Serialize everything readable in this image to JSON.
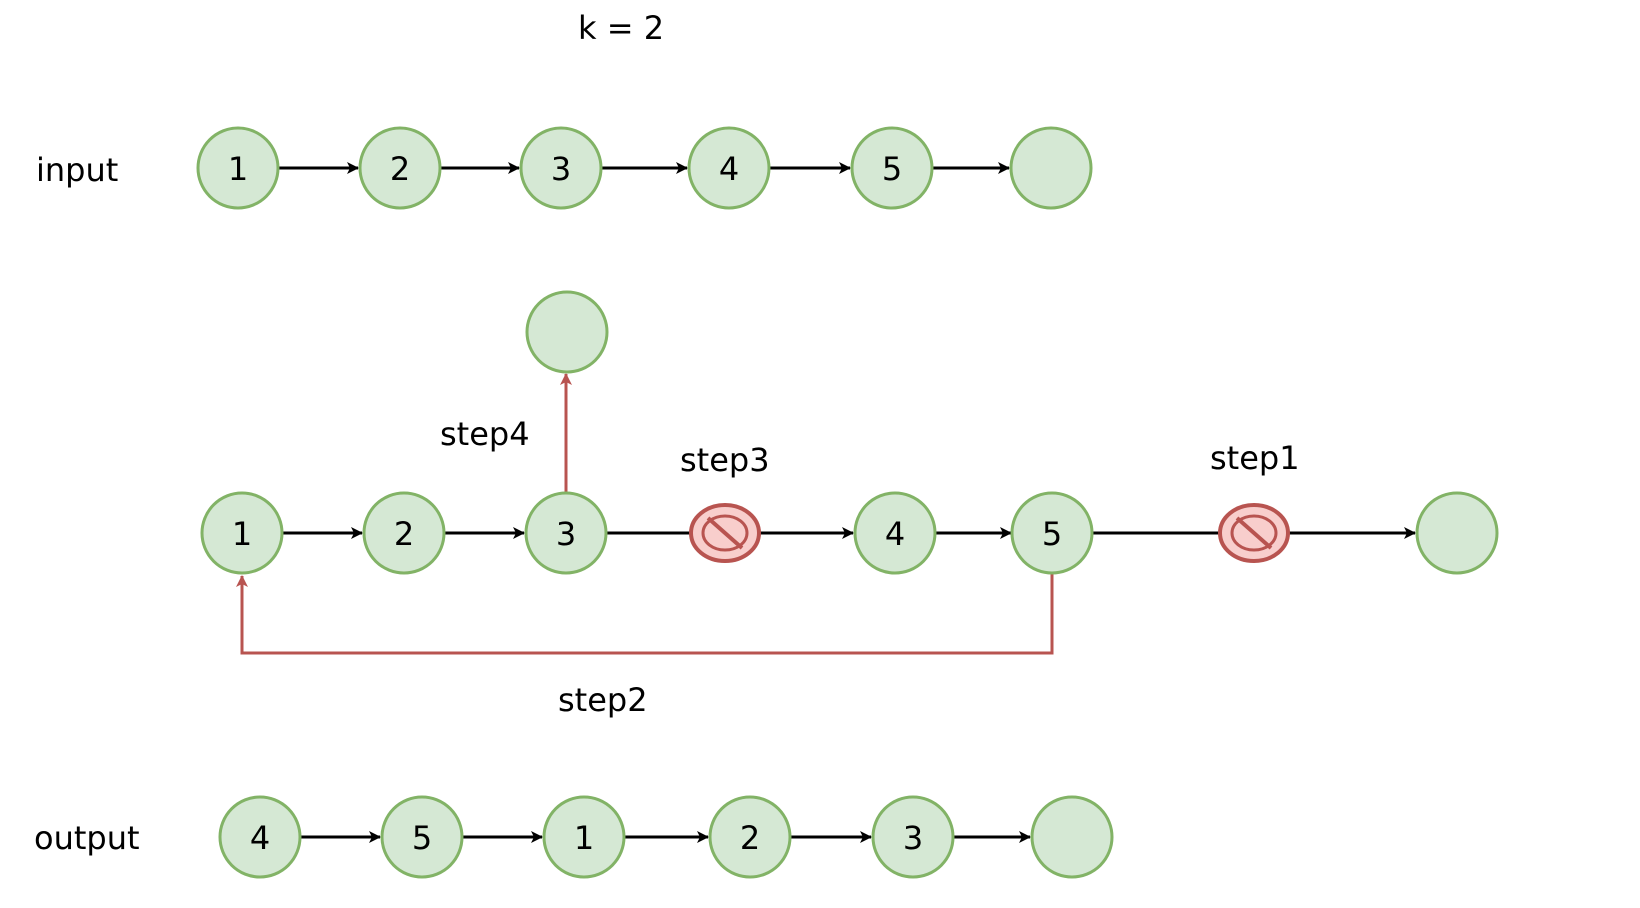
{
  "title": "k = 2",
  "rows": {
    "input": {
      "label": "input",
      "nodes": [
        "1",
        "2",
        "3",
        "4",
        "5",
        ""
      ]
    },
    "output": {
      "label": "output",
      "nodes": [
        "4",
        "5",
        "1",
        "2",
        "3",
        ""
      ]
    }
  },
  "steps": {
    "step1": "step1",
    "step2": "step2",
    "step3": "step3",
    "step4": "step4"
  },
  "middle": {
    "nodes": [
      "1",
      "2",
      "3",
      "4",
      "5",
      ""
    ],
    "new_tail": ""
  },
  "colors": {
    "node_fill": "#d5e8d4",
    "node_stroke": "#82b366",
    "edge": "#000000",
    "change_edge": "#b85450",
    "cut_fill": "#f8cecc",
    "cut_stroke": "#b85450"
  }
}
